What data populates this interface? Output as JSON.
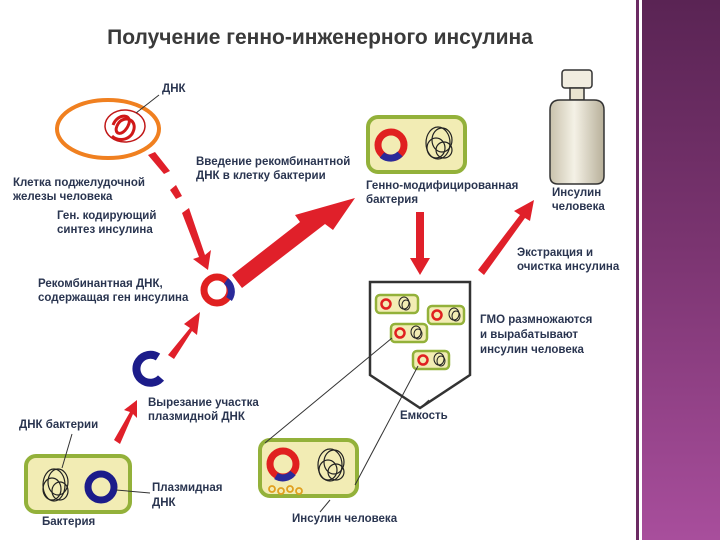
{
  "title": "Получение генно-инженерного инсулина",
  "labels": {
    "dna": "ДНК",
    "pancreas_cell_1": "Клетка поджелудочной",
    "pancreas_cell_2": "железы человека",
    "gene_1": "Ген. кодирующий",
    "gene_2": "синтез инсулина",
    "introduction_1": "Введение рекомбинантной",
    "introduction_2": "ДНК в клетку бактерии",
    "gmo_bacterium_1": "Генно-модифицированная",
    "gmo_bacterium_2": "бактерия",
    "human_insulin_1": "Инсулин",
    "human_insulin_2": "человека",
    "extraction_1": "Экстракция и",
    "extraction_2": "очистка инсулина",
    "recombinant_1": "Рекомбинантная ДНК,",
    "recombinant_2": "содержащая ген инсулина",
    "gmo_multiply_1": "ГМО размножаются",
    "gmo_multiply_2": "и вырабатывают",
    "gmo_multiply_3": "инсулин человека",
    "cutting_1": "Вырезание участка",
    "cutting_2": "плазмидной ДНК",
    "bacterial_dna": "ДНК бактерии",
    "container": "Емкость",
    "plasmid_1": "Плазмидная",
    "plasmid_2": "ДНК",
    "bacterium": "Бактерия",
    "insulin_bottom": "Инсулин человека"
  },
  "colors": {
    "arrow": "#e0202a",
    "cell_fill": "#f2ecb4",
    "cell_border": "#93b13a",
    "ring_red": "#e02020",
    "ring_blue": "#2a2a9a",
    "pancreas_border": "#f08020",
    "sidebar": "#7a3470"
  },
  "icons": [
    "insulin-bottle-icon",
    "container-icon",
    "bacterium-icon",
    "plasmid-ring-icon"
  ]
}
